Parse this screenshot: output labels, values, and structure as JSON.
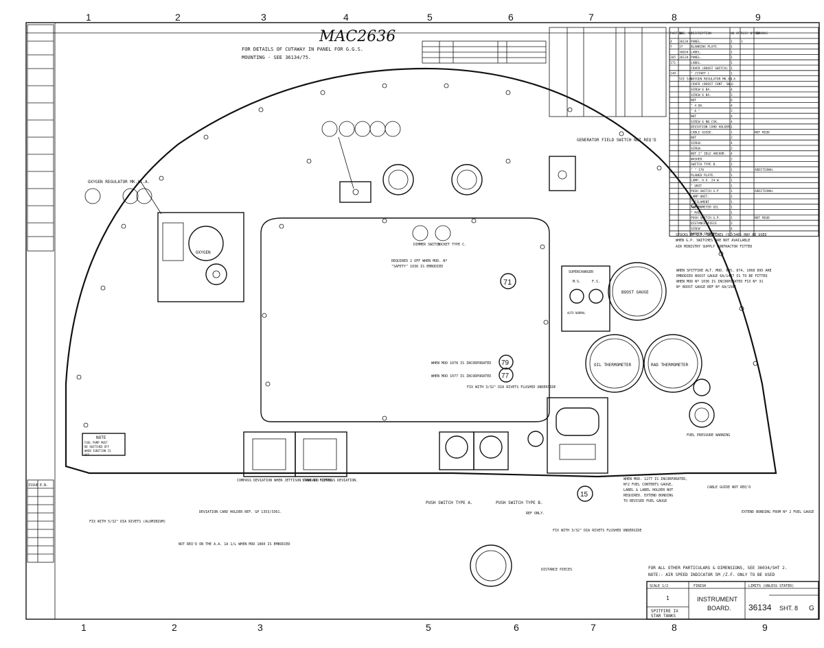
{
  "drawing": {
    "handwritten_ref": "MAC2636",
    "top_note_line1": "FOR DETAILS OF CUTAWAY IN PANEL FOR G.G.S.",
    "top_note_line2": "MOUNTING - SEE 36134/75.",
    "zone_numbers": [
      "1",
      "2",
      "3",
      "4",
      "5",
      "6",
      "7",
      "8",
      "9"
    ],
    "oxygen_regulator_label": "OXYGEN REGULATOR MK.XI.A.",
    "oxygen_dial_label": "OXYGEN",
    "generator_note": "GENERATOR FIELD SWITCH NOT REQ'D",
    "boost_gauge_label": "BOOST GAUGE",
    "oil_thermometer_label": "OIL THERMOMETER",
    "rad_thermometer_label": "RAD THERMOMETER",
    "supercharger_label": "SUPERCHARGER",
    "ms_label": "M.S.",
    "fs_label": "F.S.",
    "auto_normal_label": "AUTO NORMAL",
    "fuel_pressure_label": "FUEL PRESSURE WARNING",
    "cable_guide_note": "CABLE GUIDE NOT REQ'D",
    "note_box": {
      "title": "NOTE",
      "lines": [
        "FUEL PUMP MUST",
        "BE SWITCHED OFF",
        "WHEN IGNITION IS",
        "OFF"
      ]
    },
    "compass_deviation_label": "COMPASS DEVIATION WHEN JETTISON TANK IS FITTED",
    "standard_compass_label": "STANDARD COMPASS DEVIATION.",
    "deviation_holder_note": "DEVIATION CARD HOLDER REF. GP 1353/3361.",
    "fix_rivets_note": "FIX WITH 5/32\" DIA RIVETS (ALUMINIUM)",
    "not_required_note": "NOT REQ'D ON THE A.A. 1A 1/L WHEN MOD 1860 IS EMBODIED",
    "push_switch_a": "PUSH SWITCH TYPE A.",
    "push_switch_b": "PUSH SWITCH TYPE B.",
    "ref_only": "REF ONLY.",
    "flushed_undersides": "FIX WITH 3/32\" DIA RIVETS FLUSHED UNDERSIDE",
    "flushed_undersides_mid": "FIX WITH 3/32\" DIA RIVETS FLUSHED UNDERSIDE",
    "distance_pieces": "DISTANCE PIECES",
    "bubble_71": "71",
    "bubble_79": "79",
    "bubble_77": "77",
    "bubble_15": "15",
    "mod_1078_note": "WHEN MOD 1078 IS INCORPORATED",
    "mod_1077_note": "WHEN MOD 1077 IS INCORPORATED",
    "required_2off": "REQUIRED 2 OFF WHEN MOD. Nº",
    "required_2off_b": "\"SAFETY\" 1036 IS EMBODIED",
    "dimmer_switch": "DIMMER SWITCH",
    "socket_type": "SOCKET TYPE C.",
    "spitfire_note1": "WHEN SPITFIRE ALT. MOD. 635, 874, 1068 895 ARE",
    "spitfire_note2": "EMBODIED BOOST GAUGE 6A/1437 IS TO BE FITTED",
    "spitfire_note3": "WHEN MOD Nº 1036 IS INCORPORATED FIX Nº 31",
    "spitfire_note4": "Nº BOOST GAUGE REF Nº 6A/1581",
    "fuel_contents_note1": "WHEN MOD. 1277 IS INCORPORATED,",
    "fuel_contents_note2": "Nº2 FUEL CONTENTS GAUGE,",
    "fuel_contents_note3": "LABEL & LABEL HOLDER NOT",
    "fuel_contents_note4": "REQUIRED. EXTEND BONDING",
    "fuel_contents_note5": "TO REVISED FUEL GAUGE",
    "extend_bonding": "EXTEND BONDING FROM Nº 2 FUEL GAUGE",
    "bottom_note1": "FOR ALL OTHER PARTICULARS & DIMENSIONS, SEE 36034/SHT 2.",
    "bottom_note2": "NOTE:- AIR SPEED INDICATOR 5M /Z.F. ONLY TO BE USED",
    "title_block": {
      "scale_label": "SCALE 1/2",
      "finish_label": "FINISH",
      "units_label": "LIMITS (UNLESS STATED)",
      "quantity": "1",
      "aircraft": "SPITFIRE IX",
      "type": "STAR TANKS",
      "title_line1": "INSTRUMENT",
      "title_line2": "BOARD.",
      "drawing_no": "36134",
      "sheet": "SHT. 8",
      "issue": "G"
    },
    "parts_list_headers": [
      "PART Nº",
      "DWG. Nº",
      "DESCRIPTION",
      "NO OFF",
      "ASSY Nº ON",
      "REMARKS"
    ],
    "parts_list_rows": [
      {
        "part": "4",
        "dwg": "36134",
        "desc": "PANEL.",
        "qty": "1",
        "assy": "1",
        "rem": ""
      },
      {
        "part": "7",
        "dwg": "37",
        "desc": "BLANKING PLATE.",
        "qty": "1",
        "assy": "",
        "rem": ""
      },
      {
        "part": "",
        "dwg": "36034",
        "desc": "LABEL.",
        "qty": "1",
        "assy": "",
        "rem": ""
      },
      {
        "part": "165",
        "dwg": "36134",
        "desc": "PANEL.",
        "qty": "1",
        "assy": "",
        "rem": ""
      },
      {
        "part": "171",
        "dwg": "",
        "desc": "LABEL.",
        "qty": "1",
        "assy": "",
        "rem": ""
      },
      {
        "part": "",
        "dwg": "",
        "desc": "COVER (BOOST SWITCH)",
        "qty": "1",
        "assy": "",
        "rem": ""
      },
      {
        "part": "149",
        "dwg": "",
        "desc": "\"  (START  )",
        "qty": "1",
        "assy": "",
        "rem": ""
      },
      {
        "part": "",
        "dwg": "SCE 5/6",
        "desc": "OXYGEN REGULATOR MK.XI A",
        "qty": "1",
        "assy": "",
        "rem": ""
      },
      {
        "part": "",
        "dwg": "",
        "desc": "COVER (BOOST CONT. SW.)",
        "qty": "1",
        "assy": "",
        "rem": ""
      },
      {
        "part": "",
        "dwg": "",
        "desc": "SCREW 6 BA.",
        "qty": "4",
        "assy": "",
        "rem": ""
      },
      {
        "part": "",
        "dwg": "",
        "desc": "SCREW 6 BA.",
        "qty": "2",
        "assy": "",
        "rem": ""
      },
      {
        "part": "",
        "dwg": "",
        "desc": "NUT",
        "qty": "6",
        "assy": "",
        "rem": ""
      },
      {
        "part": "",
        "dwg": "",
        "desc": "\"  4 BA.",
        "qty": "4",
        "assy": "",
        "rem": ""
      },
      {
        "part": "",
        "dwg": "",
        "desc": "\"  6 \"",
        "qty": "2",
        "assy": "",
        "rem": ""
      },
      {
        "part": "",
        "dwg": "",
        "desc": "NUT",
        "qty": "4",
        "assy": "",
        "rem": ""
      },
      {
        "part": "",
        "dwg": "",
        "desc": "SCREW 6 NB CSK.",
        "qty": "4",
        "assy": "",
        "rem": ""
      },
      {
        "part": "",
        "dwg": "",
        "desc": "DEVIATION CARD HOLDER.",
        "qty": "1",
        "assy": "",
        "rem": ""
      },
      {
        "part": "",
        "dwg": "",
        "desc": "CABLE GUIDE.",
        "qty": "1",
        "assy": "",
        "rem": "NOT REQD"
      },
      {
        "part": "",
        "dwg": "",
        "desc": "NUT",
        "qty": "2",
        "assy": "",
        "rem": ""
      },
      {
        "part": "",
        "dwg": "",
        "desc": "SCREW.",
        "qty": "4",
        "assy": "",
        "rem": ""
      },
      {
        "part": "",
        "dwg": "",
        "desc": "SCREW.",
        "qty": "2",
        "assy": "",
        "rem": ""
      },
      {
        "part": "",
        "dwg": "",
        "desc": "NUT 2\" IDLE ANCHOR.",
        "qty": "4",
        "assy": "",
        "rem": ""
      },
      {
        "part": "",
        "dwg": "",
        "desc": "WASHER.",
        "qty": "2",
        "assy": "",
        "rem": ""
      },
      {
        "part": "",
        "dwg": "",
        "desc": "SWITCH TYPE B.",
        "qty": "1",
        "assy": "",
        "rem": ""
      },
      {
        "part": "",
        "dwg": "",
        "desc": "\"  \"  170",
        "qty": "1",
        "assy": "",
        "rem": "ADDITIONAL"
      },
      {
        "part": "",
        "dwg": "",
        "desc": "PLANED PLATE.",
        "qty": "1",
        "assy": "",
        "rem": ""
      },
      {
        "part": "",
        "dwg": "",
        "desc": "LAMP, O.V. 24 W.",
        "qty": "1",
        "assy": "",
        "rem": ""
      },
      {
        "part": "",
        "dwg": "",
        "desc": "\"  UNIT",
        "qty": "1",
        "assy": "",
        "rem": ""
      },
      {
        "part": "",
        "dwg": "",
        "desc": "PUSH SWITCH  G.P",
        "qty": "1",
        "assy": "",
        "rem": "ADDITIONAL"
      },
      {
        "part": "",
        "dwg": "",
        "desc": "LAMP UNIT.",
        "qty": "1",
        "assy": "",
        "rem": ""
      },
      {
        "part": "",
        "dwg": "",
        "desc": "\"  FILAMENT",
        "qty": "1",
        "assy": "",
        "rem": ""
      },
      {
        "part": "",
        "dwg": "",
        "desc": "THERMOMETER OIL",
        "qty": "1",
        "assy": "",
        "rem": ""
      },
      {
        "part": "",
        "dwg": "",
        "desc": "\"  RAD.",
        "qty": "1",
        "assy": "",
        "rem": ""
      },
      {
        "part": "",
        "dwg": "",
        "desc": "PUSH SWITCH G.P.",
        "qty": "1",
        "assy": "",
        "rem": "NOT REQD"
      },
      {
        "part": "",
        "dwg": "",
        "desc": "DISTANCE PIECE",
        "qty": "2",
        "assy": "",
        "rem": ""
      },
      {
        "part": "",
        "dwg": "",
        "desc": "SCREW",
        "qty": "4",
        "assy": "",
        "rem": ""
      },
      {
        "part": "",
        "dwg": "",
        "desc": "RUBBER GROMMET",
        "qty": "1",
        "assy": "",
        "rem": ""
      }
    ],
    "parts_footnote1": "STOCKS OF G.P. SWITCHES (5C/340) MAY BE USED",
    "parts_footnote2": "WHEN G.P. SWITCHES ARE NOT AVAILABLE",
    "parts_footnote3": "AIR MINISTRY SUPPLY CONTRACTOR FITTED",
    "issue_header": [
      "ISSUE",
      "E.N."
    ]
  }
}
